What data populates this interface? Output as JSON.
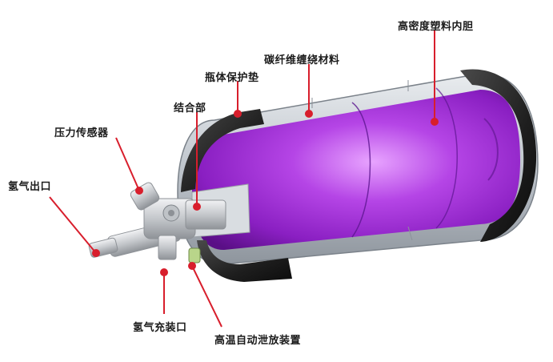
{
  "labels": {
    "liner": "高密度塑料内胆",
    "carbon_fiber": "碳纤维缠绕材料",
    "protective_pad": "瓶体保护垫",
    "joint": "结合部",
    "pressure_sensor": "压力传感器",
    "hydrogen_outlet": "氢气出口",
    "hydrogen_fill_port": "氢气充装口",
    "thermal_relief_device": "高温自动泄放装置"
  },
  "colors": {
    "liner": "#9a2fd0",
    "shell": "#c9cfd6",
    "end_cap": "#2a2a2a",
    "leader_line": "#d81e2c",
    "valve": "#d3d5d8"
  }
}
